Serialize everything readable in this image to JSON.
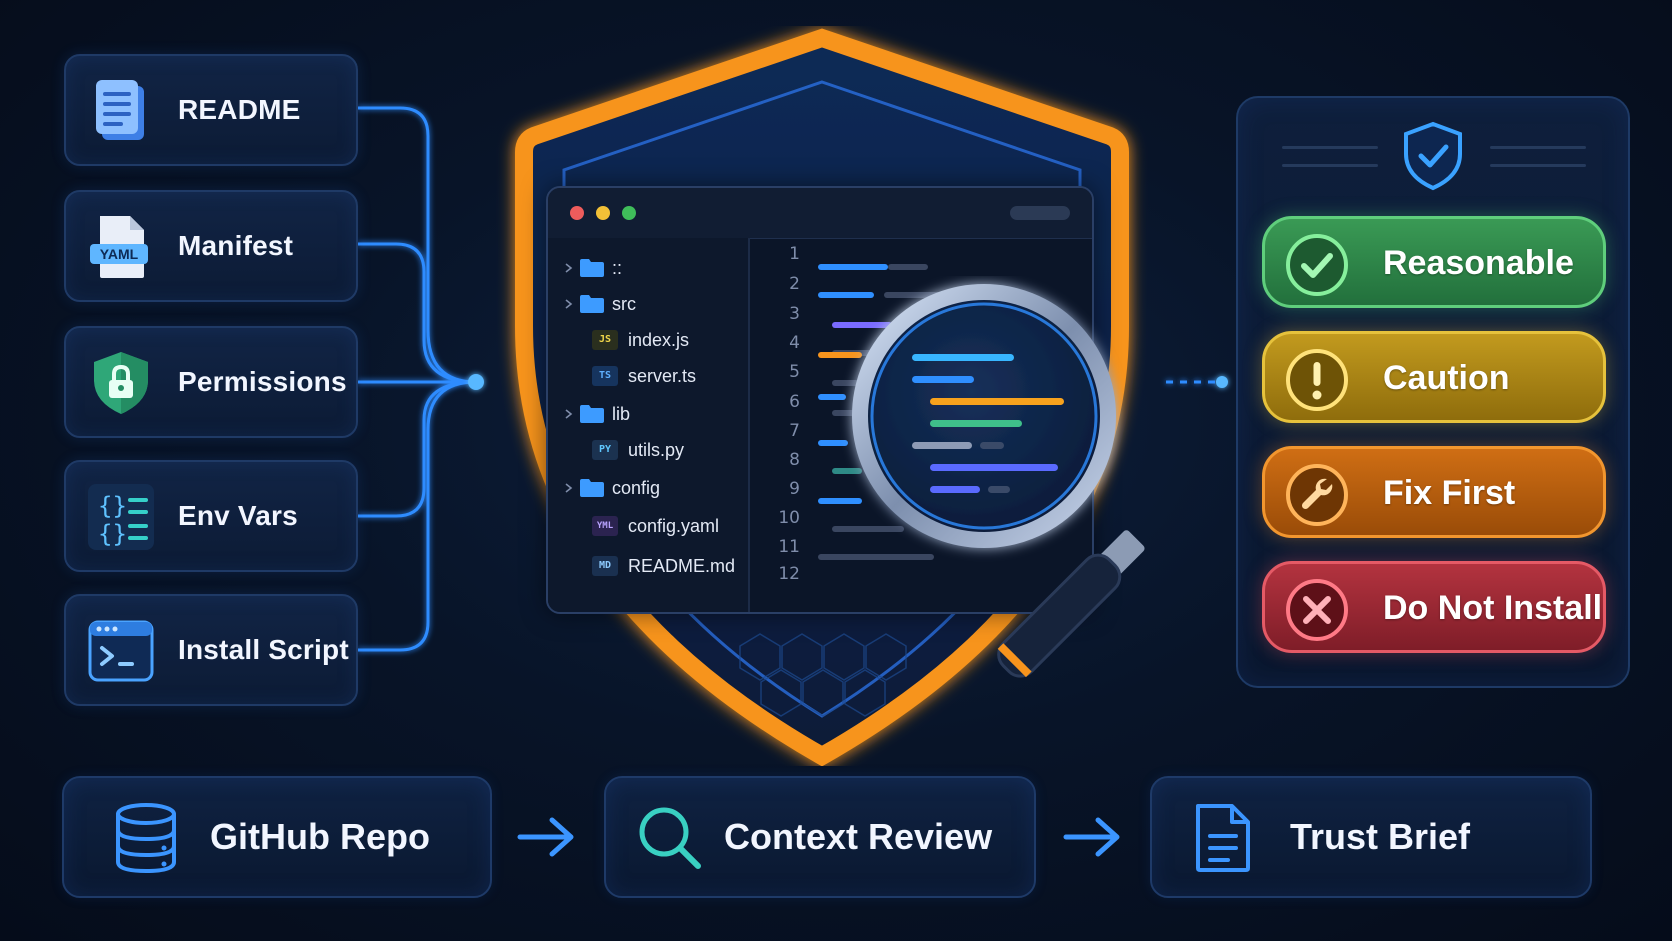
{
  "inputs": [
    {
      "label": "README",
      "icon": "document-icon"
    },
    {
      "label": "Manifest",
      "icon": "yaml-file-icon",
      "badge": "YAML"
    },
    {
      "label": "Permissions",
      "icon": "shield-lock-icon"
    },
    {
      "label": "Env Vars",
      "icon": "braces-list-icon"
    },
    {
      "label": "Install Script",
      "icon": "terminal-icon"
    }
  ],
  "editor": {
    "tree": [
      {
        "name": "::",
        "type": "folder"
      },
      {
        "name": "src",
        "type": "folder"
      },
      {
        "name": "index.js",
        "type": "file",
        "badge": "JS"
      },
      {
        "name": "server.ts",
        "type": "file",
        "badge": "TS"
      },
      {
        "name": "lib",
        "type": "folder"
      },
      {
        "name": "utils.py",
        "type": "file",
        "badge": "PY"
      },
      {
        "name": "config",
        "type": "folder"
      },
      {
        "name": "config.yaml",
        "type": "file",
        "badge": "YML"
      },
      {
        "name": "README.md",
        "type": "file",
        "badge": "MD"
      }
    ],
    "line_numbers": [
      "1",
      "2",
      "3",
      "4",
      "5",
      "6",
      "7",
      "8",
      "9",
      "10",
      "11",
      "12"
    ]
  },
  "verdicts": [
    {
      "label": "Reasonable",
      "icon": "check-circle-icon",
      "color": "#3a9a55"
    },
    {
      "label": "Caution",
      "icon": "exclamation-circle-icon",
      "color": "#c29a1e"
    },
    {
      "label": "Fix First",
      "icon": "wrench-circle-icon",
      "color": "#cf6e14"
    },
    {
      "label": "Do Not Install",
      "icon": "x-circle-icon",
      "color": "#b3333f"
    }
  ],
  "flow": [
    {
      "label": "GitHub Repo",
      "icon": "database-icon"
    },
    {
      "label": "Context Review",
      "icon": "search-icon"
    },
    {
      "label": "Trust Brief",
      "icon": "document-icon"
    }
  ],
  "colors": {
    "accent_blue": "#2f8fff",
    "shield_orange": "#f7941d",
    "background": "#081428"
  }
}
